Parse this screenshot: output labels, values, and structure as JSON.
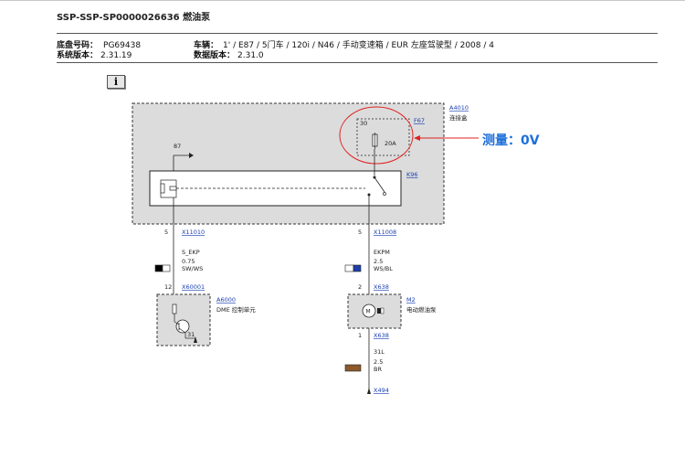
{
  "header": {
    "title": "SSP-SSP-SP0000026636 燃油泵",
    "chassis_label": "底盘号码：",
    "chassis_value": "PG69438",
    "system_label": "系统版本：",
    "system_value": "2.31.19",
    "vehicle_label": "车辆：",
    "vehicle_value": "1' / E87 / 5门车 / 120i / N46 / 手动变速箱 / EUR 左座驾驶型 / 2008 / 4",
    "data_label": "数据版本：",
    "data_value": "2.31.0"
  },
  "toolbar": {
    "info_label": "i"
  },
  "diagram": {
    "a4010": {
      "id": "A4010",
      "desc": "连接盒"
    },
    "f67": {
      "id": "F67",
      "pin": "30",
      "rating": "20A"
    },
    "k96": {
      "id": "K96"
    },
    "terminal_87": "87",
    "x11010": {
      "id": "X11010",
      "pin": "5"
    },
    "x11008": {
      "id": "X11008",
      "pin": "5"
    },
    "wire_left": {
      "name": "S_EKP",
      "size": "0.75",
      "color": "SW/WS",
      "swatch": [
        "#000000",
        "#ffffff"
      ]
    },
    "wire_right_top": {
      "name": "EKPM",
      "size": "2.5",
      "color": "WS/BL",
      "swatch": [
        "#ffffff",
        "#1c3fa8"
      ]
    },
    "x60001": {
      "id": "X60001",
      "pin": "12"
    },
    "a6000": {
      "id": "A6000",
      "desc": "DME 控制单元",
      "ground_pin": "31"
    },
    "x638_top": {
      "id": "X638",
      "pin": "2"
    },
    "m2": {
      "id": "M2",
      "desc": "电动燃油泵"
    },
    "x638_bottom": {
      "id": "X638",
      "pin": "1"
    },
    "wire_right_bottom": {
      "name": "31L",
      "size": "2.5",
      "color": "BR",
      "swatch": [
        "#8b5a2b"
      ]
    },
    "x494": {
      "id": "X494"
    },
    "measurement": "测量：0V"
  },
  "colors": {
    "annotation": "#e02020",
    "measurement_text": "#1e6fd9",
    "link": "#1a3fb0"
  }
}
